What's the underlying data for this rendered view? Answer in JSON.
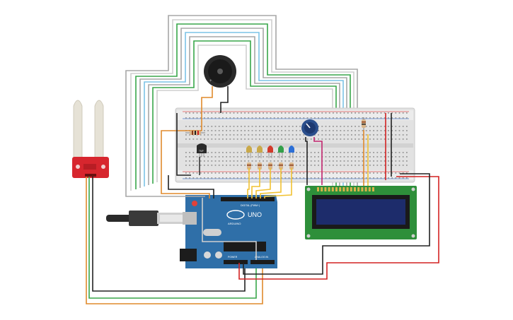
{
  "arduino": {
    "brand": "UNO",
    "logo_text": "ARDUINO",
    "digital_label": "DIGITAL (PWM~)",
    "power_label": "POWER",
    "analog_label": "ANALOG IN",
    "board_color": "#2f6fa8"
  },
  "sensor": {
    "board_color": "#d7262e",
    "probe_color": "#e6e2d6"
  },
  "lcd": {
    "body_color": "#2e8f3a",
    "screen_color": "#1d2c6b"
  },
  "leds": [
    {
      "color": "#c9a94a"
    },
    {
      "color": "#c9a94a"
    },
    {
      "color": "#d23a2a"
    },
    {
      "color": "#33a04a"
    },
    {
      "color": "#2c6fd6"
    }
  ],
  "wire_colors": {
    "gray": "#a7a7a7",
    "green": "#38a64a",
    "orange": "#e08a2c",
    "blue": "#7cc3e6",
    "yellow": "#f1c232",
    "red": "#d32222",
    "black": "#222222",
    "white": "#d8d8d8",
    "magenta": "#c2256e"
  }
}
